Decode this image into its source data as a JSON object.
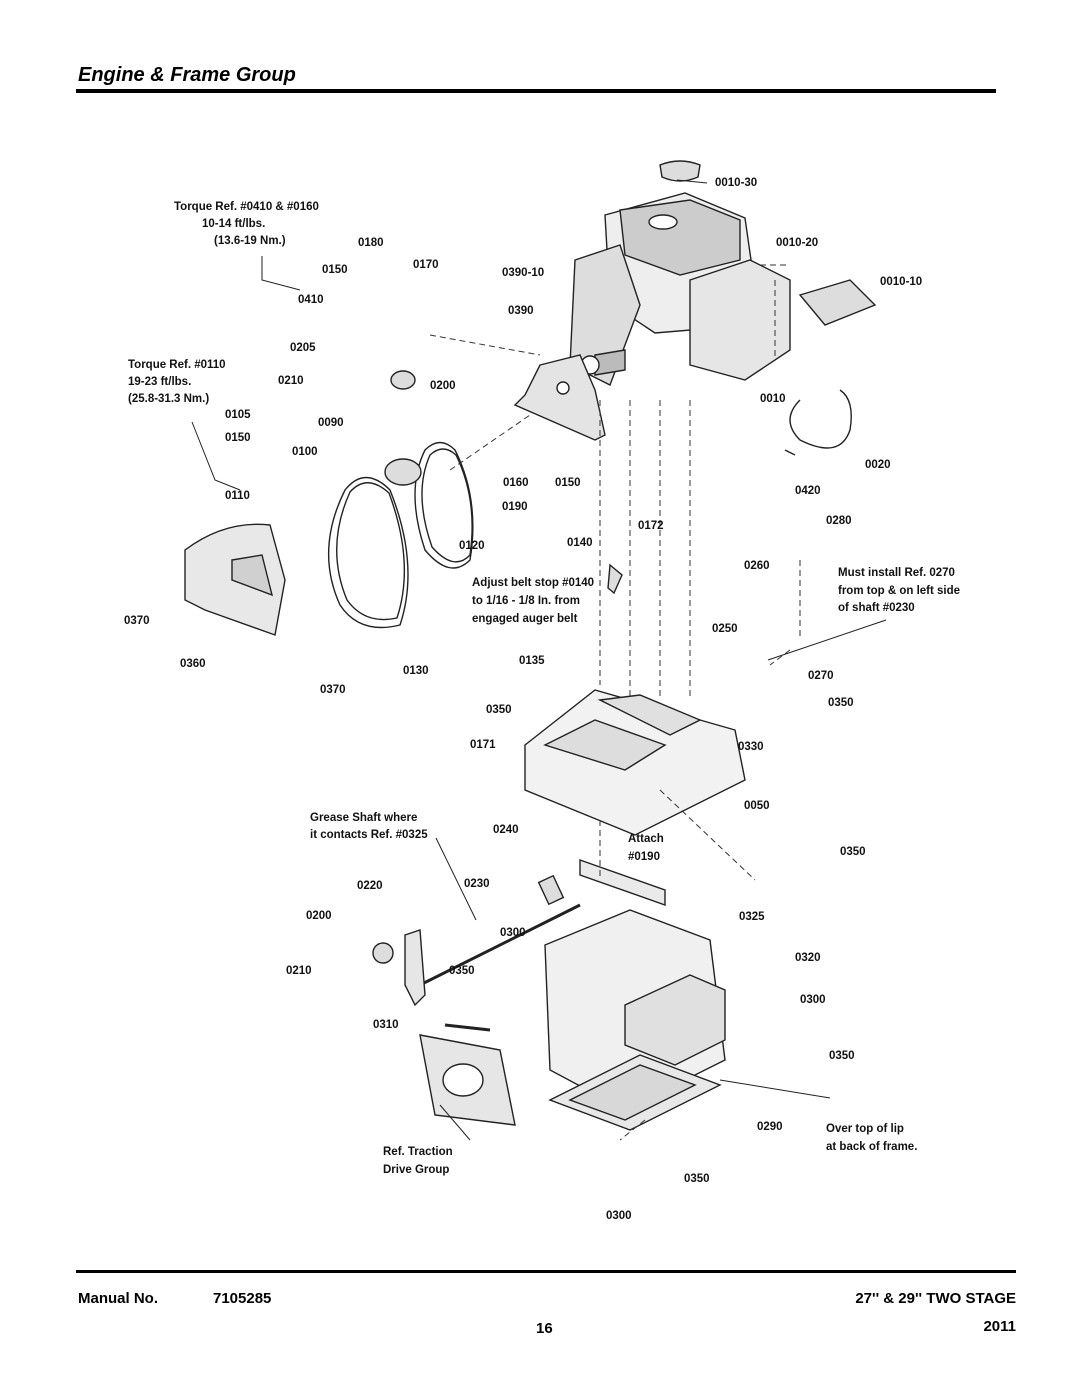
{
  "header": {
    "title": "Engine & Frame Group"
  },
  "callouts": {
    "c0010_30": "0010-30",
    "c0010_20": "0010-20",
    "c0010_10": "0010-10",
    "c0010": "0010",
    "c0020": "0020",
    "c0180": "0180",
    "c0170": "0170",
    "c0150a": "0150",
    "c0410": "0410",
    "c0390_10": "0390-10",
    "c0390": "0390",
    "c0205": "0205",
    "c0210a": "0210",
    "c0200a": "0200",
    "c0105": "0105",
    "c0150b": "0150",
    "c0090": "0090",
    "c0100": "0100",
    "c0160": "0160",
    "c0150c": "0150",
    "c0190": "0190",
    "c0110": "0110",
    "c0120": "0120",
    "c0140": "0140",
    "c0172": "0172",
    "c0420": "0420",
    "c0280": "0280",
    "c0260": "0260",
    "c0370a": "0370",
    "c0360": "0360",
    "c0370b": "0370",
    "c0130": "0130",
    "c0250": "0250",
    "c0135": "0135",
    "c0270": "0270",
    "c0350a": "0350",
    "c0350b": "0350",
    "c0171": "0171",
    "c0330": "0330",
    "c0050": "0050",
    "c0240": "0240",
    "c0350c": "0350",
    "c0220": "0220",
    "c0230": "0230",
    "c0325": "0325",
    "c0200b": "0200",
    "c0300a": "0300",
    "c0210b": "0210",
    "c0350d": "0350",
    "c0320": "0320",
    "c0300b": "0300",
    "c0310": "0310",
    "c0350e": "0350",
    "c0290": "0290",
    "c0350f": "0350",
    "c0300c": "0300"
  },
  "notes": {
    "torque1": [
      "Torque Ref. #0410 & #0160",
      "10-14 ft/lbs.",
      "(13.6-19 Nm.)"
    ],
    "torque2": [
      "Torque Ref. #0110",
      "19-23 ft/lbs.",
      "(25.8-31.3 Nm.)"
    ],
    "beltstop": [
      "Adjust belt stop #0140",
      "to 1/16 - 1/8 In. from",
      "engaged auger belt"
    ],
    "install": [
      "Must install Ref. 0270",
      "from top & on left side",
      "of shaft #0230"
    ],
    "grease": [
      "Grease Shaft where",
      "it contacts Ref. #0325"
    ],
    "attach": [
      "Attach",
      "#0190"
    ],
    "lip": [
      "Over top of lip",
      "at back of frame."
    ],
    "traction": [
      "Ref. Traction",
      "Drive Group"
    ]
  },
  "footer": {
    "manual_label": "Manual No.",
    "manual_number": "7105285",
    "model": "27'' & 29'' TWO STAGE",
    "year": "2011",
    "page": "16"
  }
}
